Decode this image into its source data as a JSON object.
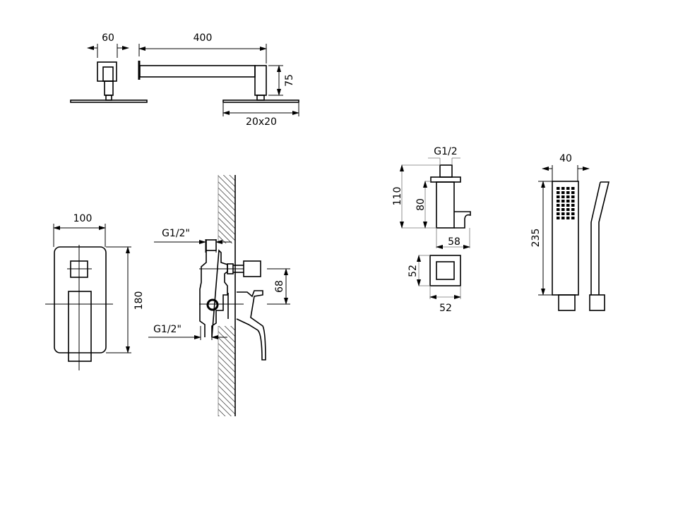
{
  "drawing": {
    "overhead_shower": {
      "width_label": "60",
      "arm_length_label": "400",
      "height_label": "75",
      "head_size_label": "20x20"
    },
    "mixer": {
      "plate_width_label": "100",
      "plate_height_label": "180",
      "inlet_top_label": "G1/2\"",
      "inlet_bottom_label": "G1/2\"",
      "outlet_spacing_label": "68"
    },
    "wall_holder": {
      "thread_label": "G1/2",
      "total_height_label": "110",
      "body_height_label": "80",
      "depth_label": "58",
      "base_height_label": "52",
      "base_width_label": "52"
    },
    "hand_shower": {
      "width_label": "40",
      "length_label": "235"
    }
  }
}
